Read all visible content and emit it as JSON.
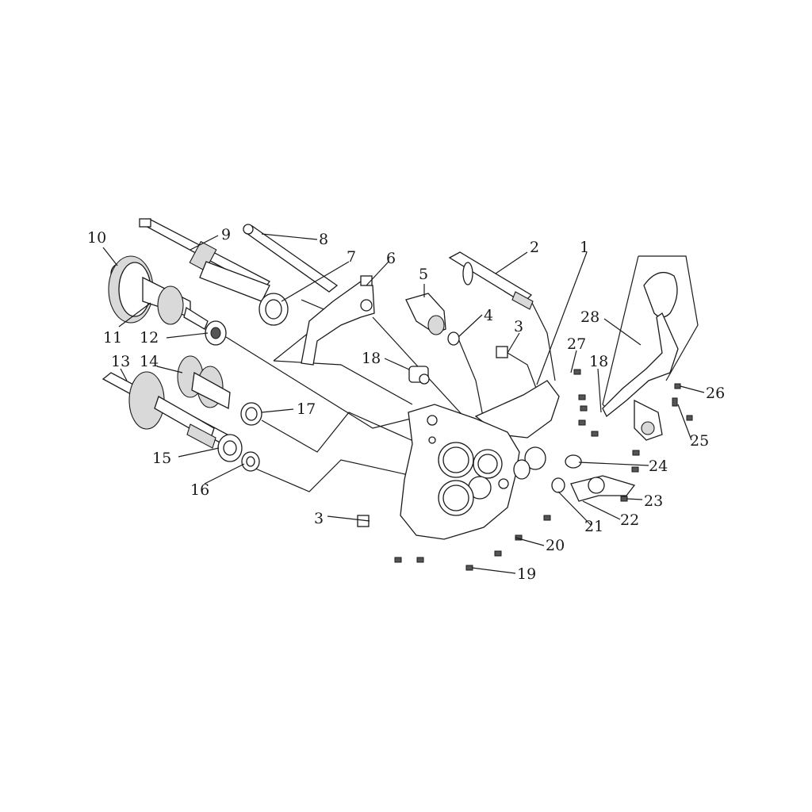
{
  "callouts": [
    {
      "id": "c1",
      "text": "1"
    },
    {
      "id": "c2",
      "text": "2"
    },
    {
      "id": "c3a",
      "text": "3"
    },
    {
      "id": "c3b",
      "text": "3"
    },
    {
      "id": "c4",
      "text": "4"
    },
    {
      "id": "c5",
      "text": "5"
    },
    {
      "id": "c6",
      "text": "6"
    },
    {
      "id": "c7",
      "text": "7"
    },
    {
      "id": "c8",
      "text": "8"
    },
    {
      "id": "c9",
      "text": "9"
    },
    {
      "id": "c10",
      "text": "10"
    },
    {
      "id": "c11",
      "text": "11"
    },
    {
      "id": "c12",
      "text": "12"
    },
    {
      "id": "c13",
      "text": "13"
    },
    {
      "id": "c14",
      "text": "14"
    },
    {
      "id": "c15",
      "text": "15"
    },
    {
      "id": "c16",
      "text": "16"
    },
    {
      "id": "c17",
      "text": "17"
    },
    {
      "id": "c18a",
      "text": "18"
    },
    {
      "id": "c18b",
      "text": "18"
    },
    {
      "id": "c19",
      "text": "19"
    },
    {
      "id": "c20",
      "text": "20"
    },
    {
      "id": "c21",
      "text": "21"
    },
    {
      "id": "c22",
      "text": "22"
    },
    {
      "id": "c23",
      "text": "23"
    },
    {
      "id": "c24",
      "text": "24"
    },
    {
      "id": "c25",
      "text": "25"
    },
    {
      "id": "c26",
      "text": "26"
    },
    {
      "id": "c27",
      "text": "27"
    },
    {
      "id": "c28",
      "text": "28"
    }
  ]
}
